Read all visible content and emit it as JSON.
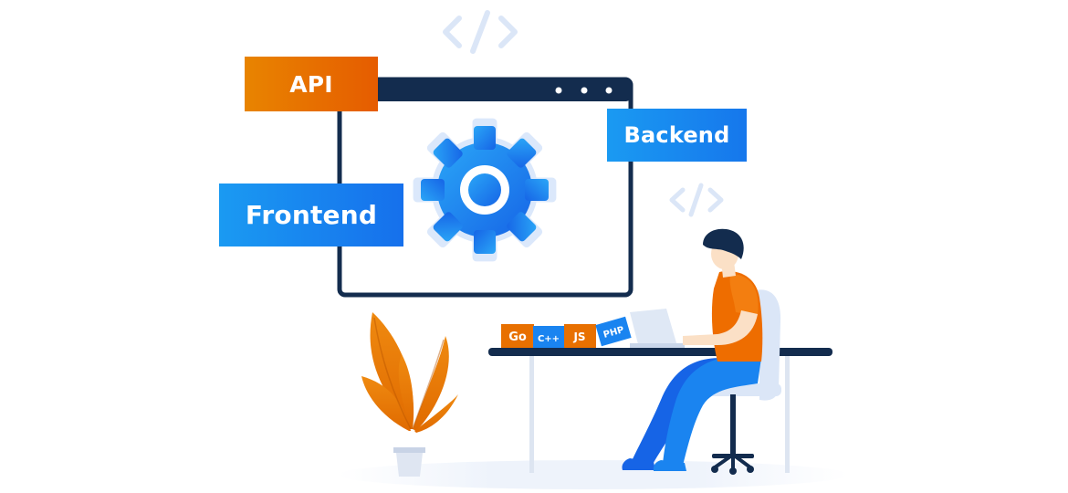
{
  "labels": {
    "api": "API",
    "backend": "Backend",
    "frontend": "Frontend"
  },
  "languages": {
    "go": "Go",
    "cpp": "C++",
    "js": "JS",
    "php": "PHP"
  },
  "icons": {
    "code": "</>",
    "gear": "gear-icon",
    "window_dots": "three-dots-icon"
  },
  "colors": {
    "orange": "#e87000",
    "blue": "#1a84f0",
    "navy": "#132c4e",
    "light_blue": "#dbe8fb"
  }
}
